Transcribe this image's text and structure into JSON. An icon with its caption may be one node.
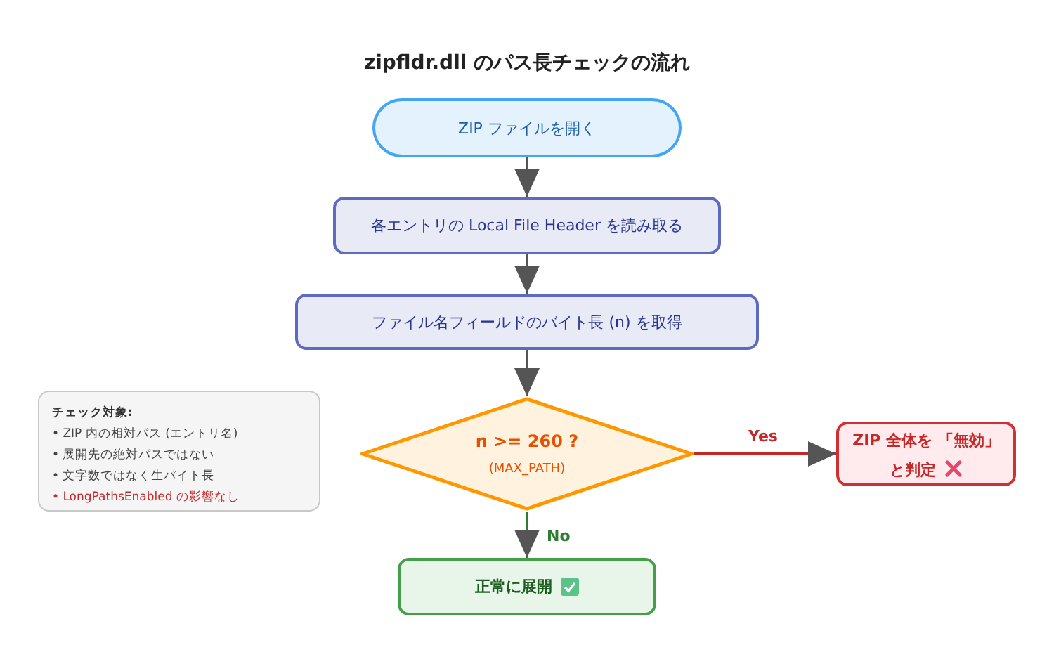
{
  "diagram": {
    "title": "zipfldr.dll のパス長チェックの流れ",
    "nodes": [
      {
        "text": [
          "ZIP ファイルを開く"
        ]
      },
      {
        "text": [
          "各エントリの Local File Header を読み取る"
        ]
      },
      {
        "text": [
          "ファイル名フィールドのバイト長 (n) を取得"
        ]
      },
      {
        "text": [
          "n >= 260 ?",
          "(MAX_PATH)"
        ]
      },
      {
        "text": [
          "ZIP 全体を 「無効」と判定"
        ]
      },
      {
        "text": [
          "正常に展開"
        ]
      },
      {
        "text": [
          "チェック対象:",
          "• ZIP 内の相対パス (エントリ名)",
          "• 展開先の絶対パスではない",
          "• 文字数ではなく生バイト長",
          "• LongPathsEnabled の影響なし"
        ]
      }
    ],
    "edges": [
      {
        "from": 0,
        "to": 1,
        "arrow": "to"
      },
      {
        "from": 1,
        "to": 2,
        "arrow": "to"
      },
      {
        "from": 2,
        "to": 3,
        "arrow": "to"
      },
      {
        "from": 3,
        "to": 4,
        "arrow": "to",
        "label": "Yes",
        "color": "#c62828"
      },
      {
        "from": 3,
        "to": 5,
        "arrow": "to",
        "label": "No",
        "color": "#2e7d32"
      }
    ]
  }
}
